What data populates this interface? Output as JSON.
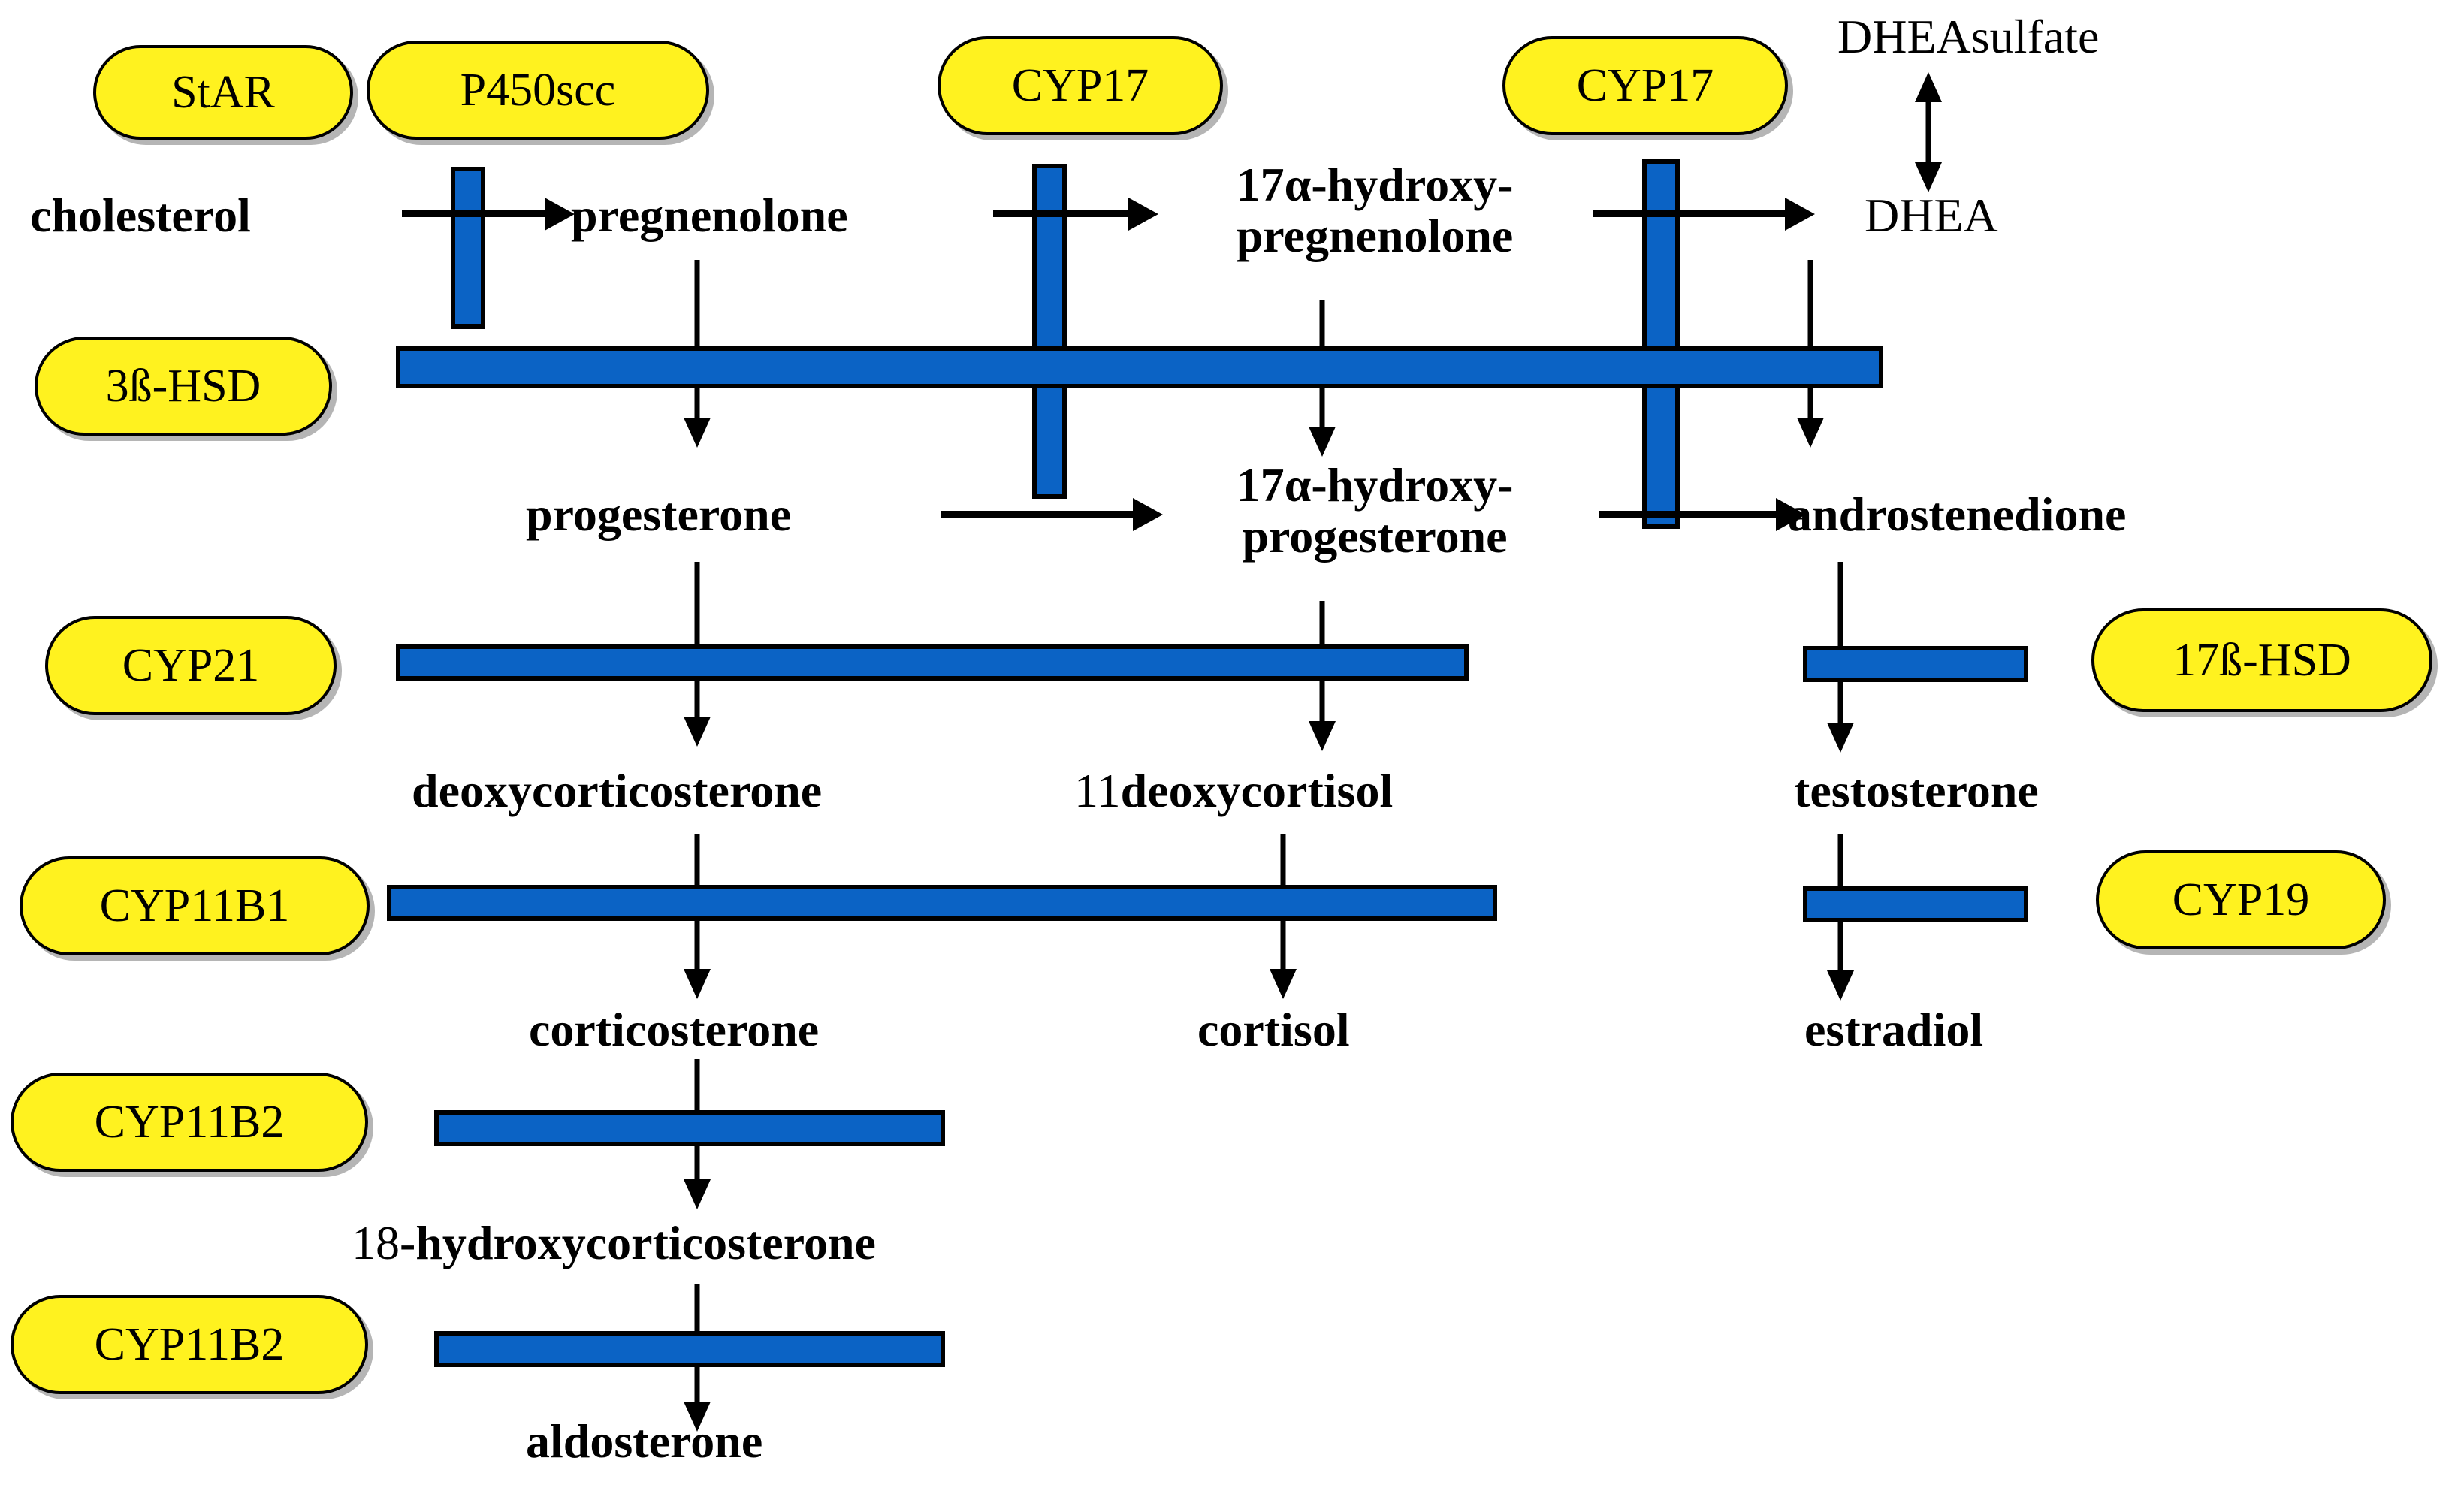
{
  "diagram": {
    "title": "Steroidogenesis pathway",
    "colors": {
      "enzyme_pill_fill": "#FFF21F",
      "enzyme_block_fill": "#0B63C5",
      "outline": "#000000",
      "background": "#FFFFFF",
      "text": "#000000"
    }
  },
  "enzymes": {
    "star": "StAR",
    "p450scc": "P450scc",
    "cyp17_left": "CYP17",
    "cyp17_right": "CYP17",
    "hsd3b": "3ß-HSD",
    "cyp21": "CYP21",
    "cyp11b1": "CYP11B1",
    "cyp11b2_upper": "CYP11B2",
    "cyp11b2_lower": "CYP11B2",
    "hsd17b": "17ß-HSD",
    "cyp19": "CYP19"
  },
  "metabolites": {
    "cholesterol": "cholesterol",
    "pregnenolone": "pregnenolone",
    "hydroxypregnenolone_line1": "17α-hydroxy-",
    "hydroxypregnenolone_line2": "pregnenolone",
    "dhea_sulfate": "DHEAsulfate",
    "dhea": "DHEA",
    "progesterone": "progesterone",
    "hydroxyprogesterone_line1": "17α-hydroxy-",
    "hydroxyprogesterone_line2": "progesterone",
    "androstenedione": "androstenedione",
    "deoxycorticosterone": "deoxycorticosterone",
    "deoxycortisol_prefix": "11",
    "deoxycortisol_name": "deoxycortisol",
    "testosterone": "testosterone",
    "corticosterone": "corticosterone",
    "cortisol": "cortisol",
    "estradiol": "estradiol",
    "hydroxycorticosterone_prefix": "18",
    "hydroxycorticosterone_name": "-hydroxycorticosterone",
    "aldosterone": "aldosterone"
  },
  "reactions": [
    {
      "from": "cholesterol",
      "to": "pregnenolone",
      "enzyme": "P450scc",
      "direction": "right"
    },
    {
      "from": "pregnenolone",
      "to": "17α-hydroxy-pregnenolone",
      "enzyme": "CYP17",
      "direction": "right"
    },
    {
      "from": "17α-hydroxy-pregnenolone",
      "to": "DHEA",
      "enzyme": "CYP17",
      "direction": "right"
    },
    {
      "from": "DHEA",
      "to": "DHEAsulfate",
      "enzyme": "",
      "direction": "both"
    },
    {
      "from": "pregnenolone",
      "to": "progesterone",
      "enzyme": "3ß-HSD",
      "direction": "down"
    },
    {
      "from": "17α-hydroxy-pregnenolone",
      "to": "17α-hydroxy-progesterone",
      "enzyme": "3ß-HSD",
      "direction": "down"
    },
    {
      "from": "DHEA",
      "to": "androstenedione",
      "enzyme": "3ß-HSD",
      "direction": "down"
    },
    {
      "from": "progesterone",
      "to": "17α-hydroxy-progesterone",
      "enzyme": "CYP17",
      "direction": "right"
    },
    {
      "from": "17α-hydroxy-progesterone",
      "to": "androstenedione",
      "enzyme": "CYP17",
      "direction": "right"
    },
    {
      "from": "progesterone",
      "to": "deoxycorticosterone",
      "enzyme": "CYP21",
      "direction": "down"
    },
    {
      "from": "17α-hydroxy-progesterone",
      "to": "11deoxycortisol",
      "enzyme": "CYP21",
      "direction": "down"
    },
    {
      "from": "androstenedione",
      "to": "testosterone",
      "enzyme": "17ß-HSD",
      "direction": "down"
    },
    {
      "from": "deoxycorticosterone",
      "to": "corticosterone",
      "enzyme": "CYP11B1",
      "direction": "down"
    },
    {
      "from": "11deoxycortisol",
      "to": "cortisol",
      "enzyme": "CYP11B1",
      "direction": "down"
    },
    {
      "from": "testosterone",
      "to": "estradiol",
      "enzyme": "CYP19",
      "direction": "down"
    },
    {
      "from": "corticosterone",
      "to": "18-hydroxycorticosterone",
      "enzyme": "CYP11B2",
      "direction": "down"
    },
    {
      "from": "18-hydroxycorticosterone",
      "to": "aldosterone",
      "enzyme": "CYP11B2",
      "direction": "down"
    }
  ]
}
